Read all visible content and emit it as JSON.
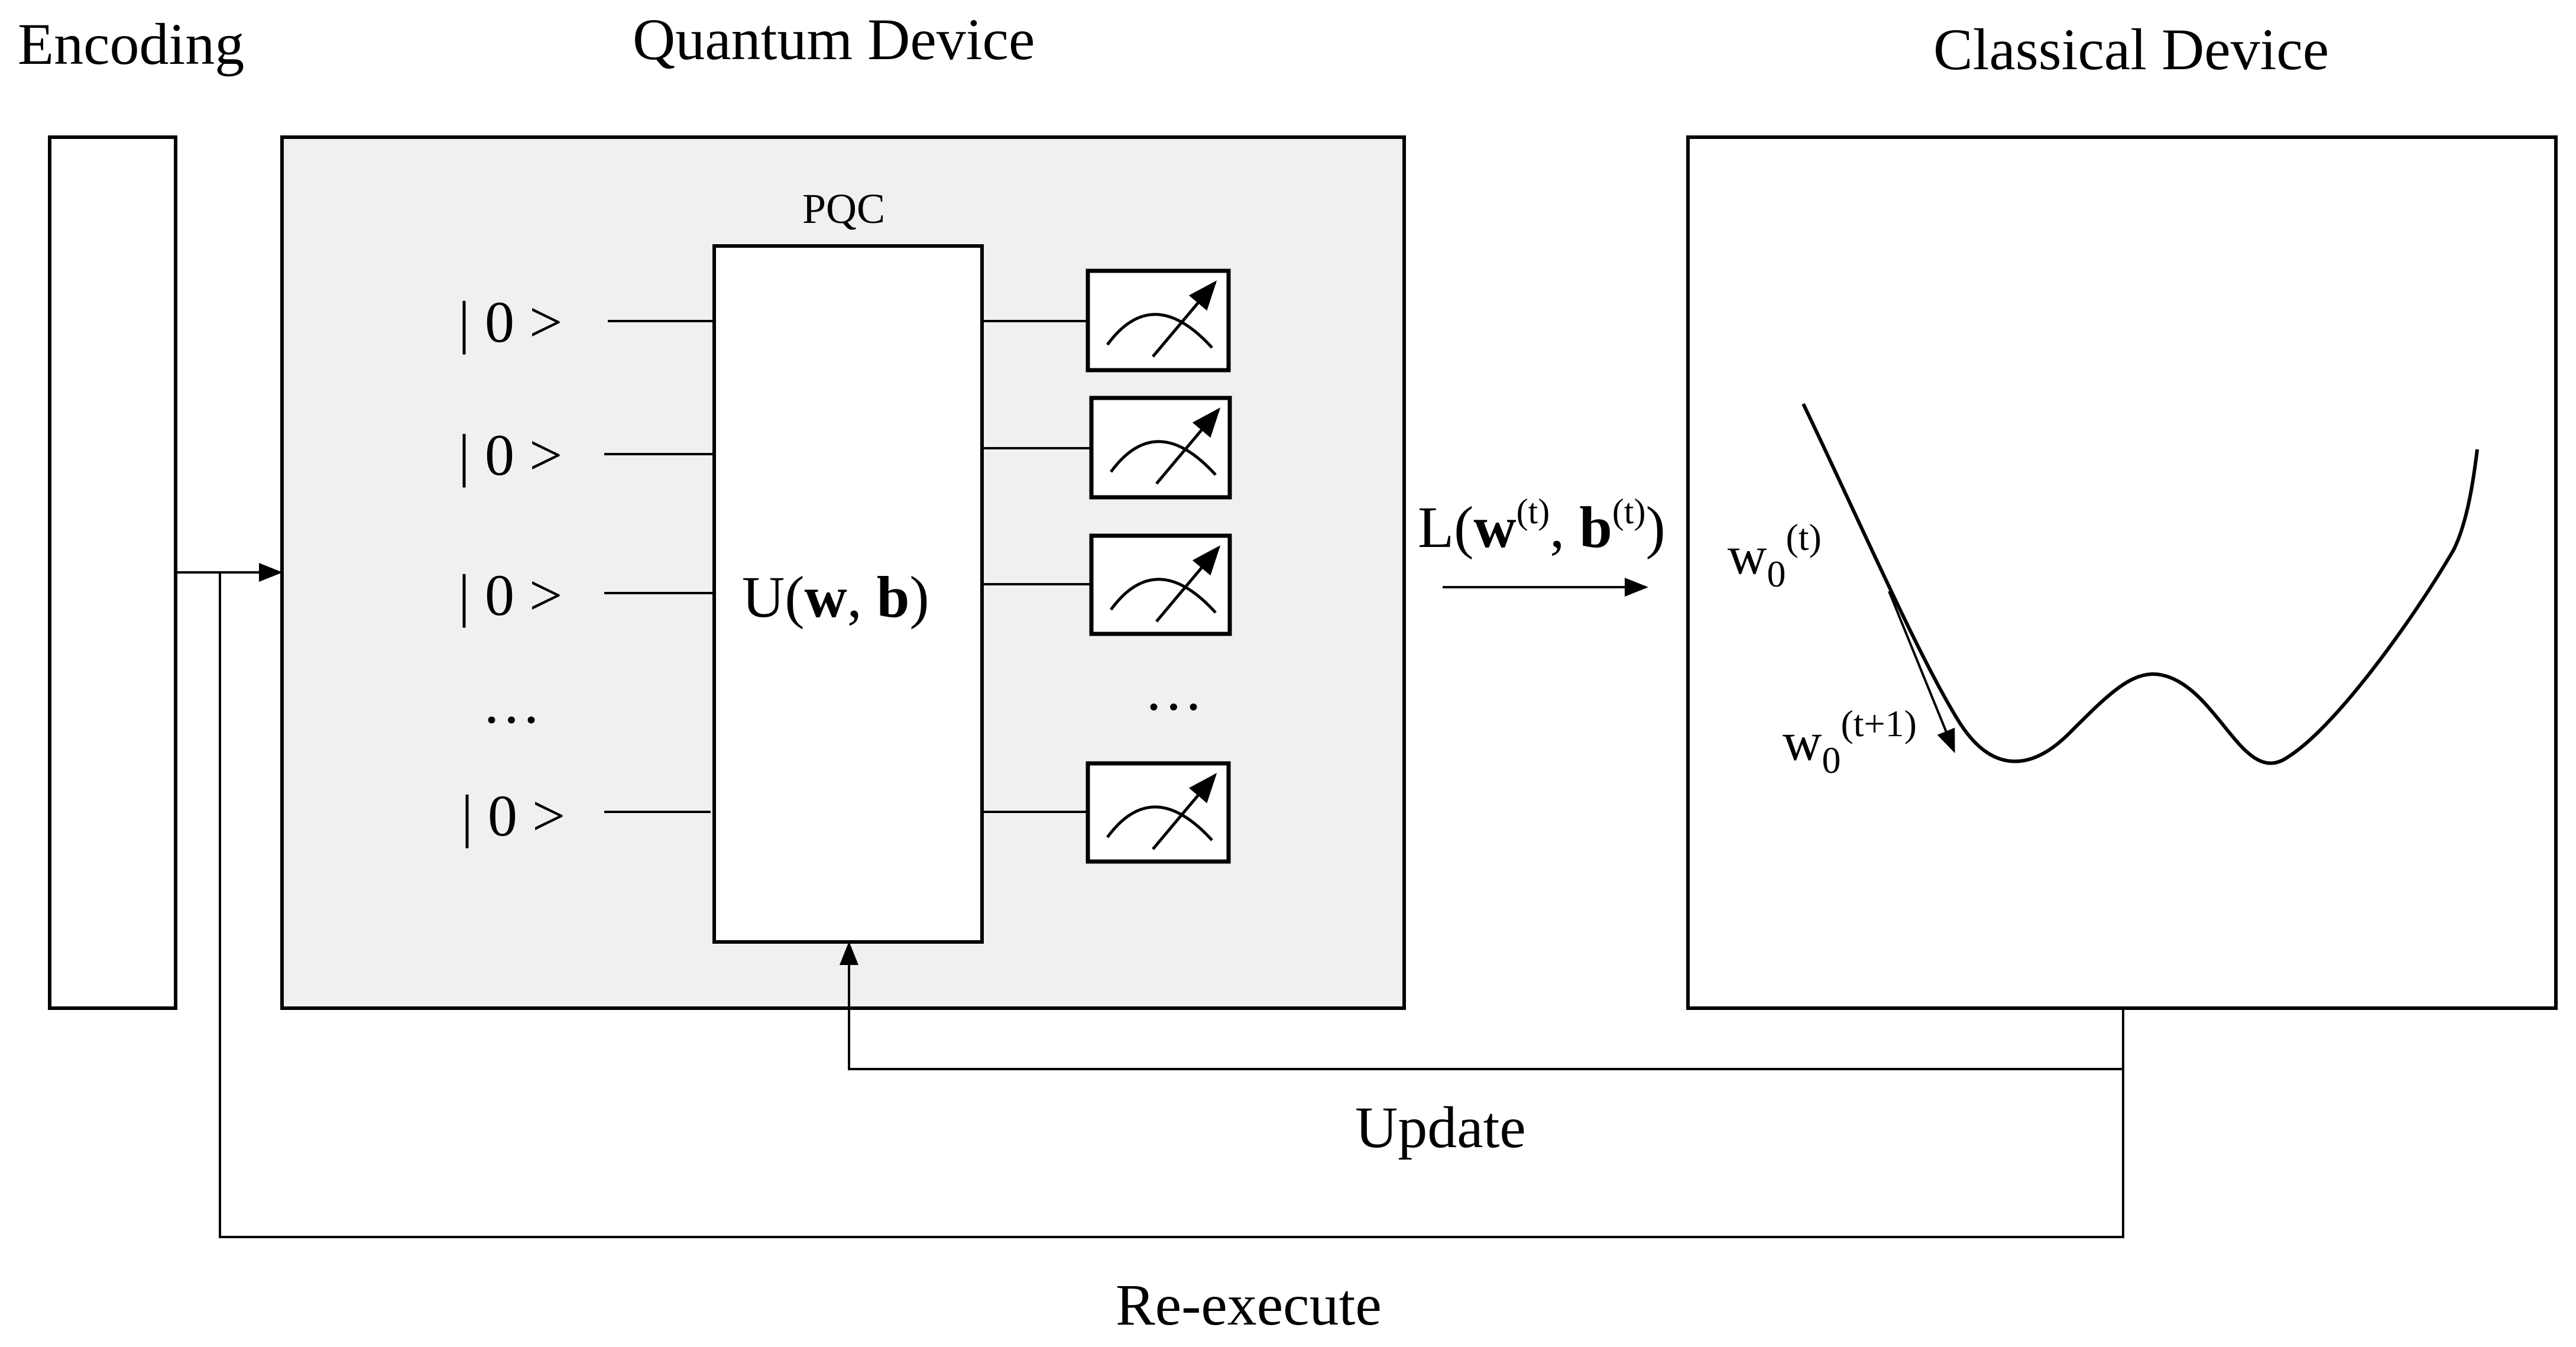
{
  "headers": {
    "encoding": "Encoding",
    "quantum_device": "Quantum Device",
    "classical_device": "Classical Device"
  },
  "pqc": {
    "title": "PQC",
    "unitary_prefix": "U(",
    "unitary_w": "w",
    "unitary_sep": ", ",
    "unitary_b": "b",
    "unitary_suffix": ")"
  },
  "qubits": {
    "ket": "| 0 >",
    "ellipsis": "…"
  },
  "measurements": {
    "ellipsis": "…"
  },
  "loss": {
    "prefix": "L(",
    "w": "w",
    "t_sup": "(t)",
    "sep": ", ",
    "b": "b",
    "suffix": ")"
  },
  "landscape": {
    "w_base": "w",
    "w_sub": "0",
    "sup_t": "(t)",
    "sup_t1": "(t+1)"
  },
  "feedback": {
    "update": "Update",
    "reexecute": "Re-execute"
  },
  "colors": {
    "quantum_fill": "#f0f0f0",
    "stroke": "#000000",
    "background": "#ffffff"
  }
}
